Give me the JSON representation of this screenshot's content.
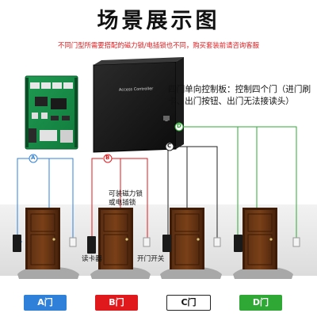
{
  "title": "场景展示图",
  "notice": "不同门型所需要搭配的磁力锁/电插锁也不同，购买套装前请咨询客服",
  "controller": {
    "device_label": "Access Controller",
    "description": "四门单向控制板：控制四个门（进门刷卡、出门按钮、出门无法接读头）"
  },
  "annotations": {
    "lock_option": "可装磁力锁\n或电插锁",
    "card_reader": "读卡器",
    "exit_button": "开门开关"
  },
  "markers": [
    "A",
    "B",
    "C",
    "D"
  ],
  "doors": [
    {
      "label": "A门",
      "color": "#2f80d8"
    },
    {
      "label": "B门",
      "color": "#e0191c"
    },
    {
      "label": "C门",
      "color": "#222222"
    },
    {
      "label": "D门",
      "color": "#2fa836"
    }
  ]
}
